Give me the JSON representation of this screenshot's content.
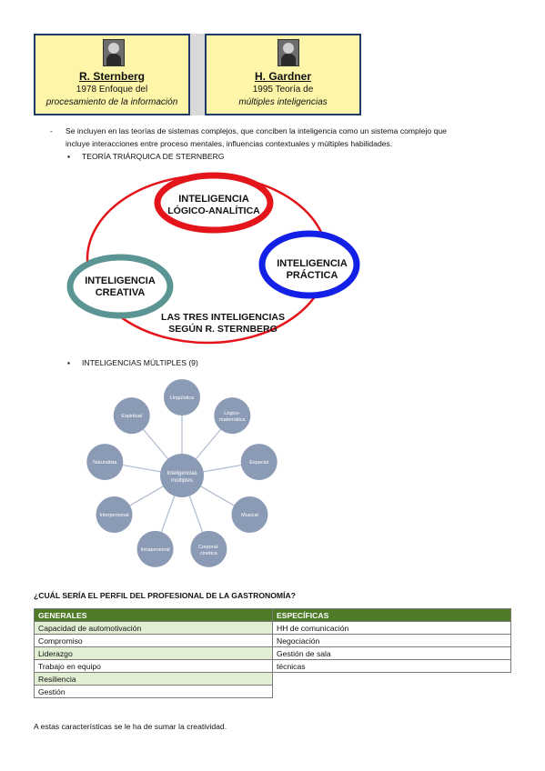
{
  "cards": [
    {
      "name": "R. Sternberg",
      "line1": "1978 Enfoque del",
      "line2": "procesamiento de la información"
    },
    {
      "name": "H. Gardner",
      "line1": "1995 Teoría de",
      "line2": "múltiples inteligencias"
    }
  ],
  "intro": {
    "dash": "-",
    "line1": "Se incluyen en las teorías de sistemas complejos, que conciben la inteligencia como un sistema complejo que",
    "line2": "incluye interacciones entre proceso mentales, influencias contextuales y múltiples habilidades."
  },
  "bullet1": "TEORÍA TRIÁRQUICA DE STERNBERG",
  "triarchic": {
    "analytic_1": "INTELIGENCIA",
    "analytic_2": "LÓGICO-ANALÍTICA",
    "practical_1": "INTELIGENCIA",
    "practical_2": "PRÁCTICA",
    "creative_1": "INTELIGENCIA",
    "creative_2": "CREATIVA",
    "caption_1": "LAS TRES INTELIGENCIAS",
    "caption_2": "SEGÚN R. STERNBERG",
    "colors": {
      "analytic": "#e4141b",
      "practical": "#1320e6",
      "creative": "#5b9593",
      "ring": "#e4141b"
    }
  },
  "bullet2": "INTELIGENCIAS MÚLTIPLES (9)",
  "multiple": {
    "center_1": "Inteligencias",
    "center_2": "múltiples",
    "nodes": [
      {
        "l1": "Lingüística",
        "l2": ""
      },
      {
        "l1": "Lógico-",
        "l2": "matemática"
      },
      {
        "l1": "Espacial",
        "l2": ""
      },
      {
        "l1": "Musical",
        "l2": ""
      },
      {
        "l1": "Corporal-",
        "l2": "cinética"
      },
      {
        "l1": "Intrapersonal",
        "l2": ""
      },
      {
        "l1": "Interpersonal",
        "l2": ""
      },
      {
        "l1": "Naturalista",
        "l2": ""
      },
      {
        "l1": "Espiritual",
        "l2": ""
      }
    ],
    "color": "#8c9bb5"
  },
  "question": "¿CUÁL SERÍA EL PERFIL DEL PROFESIONAL DE LA GASTRONOMÍA?",
  "table": {
    "headers": [
      "GENERALES",
      "ESPECÍFICAS"
    ],
    "generales": [
      "Capacidad de automotivación",
      "Compromiso",
      "Liderazgo",
      "Trabajo en equipo",
      "Resiliencia",
      "Gestión"
    ],
    "especificas": [
      "HH de comunicación",
      "Negociación",
      "Gestión de sala",
      "técnicas"
    ]
  },
  "closing": "A estas características se le ha de sumar la creatividad.",
  "bullet_symbol": "▪"
}
